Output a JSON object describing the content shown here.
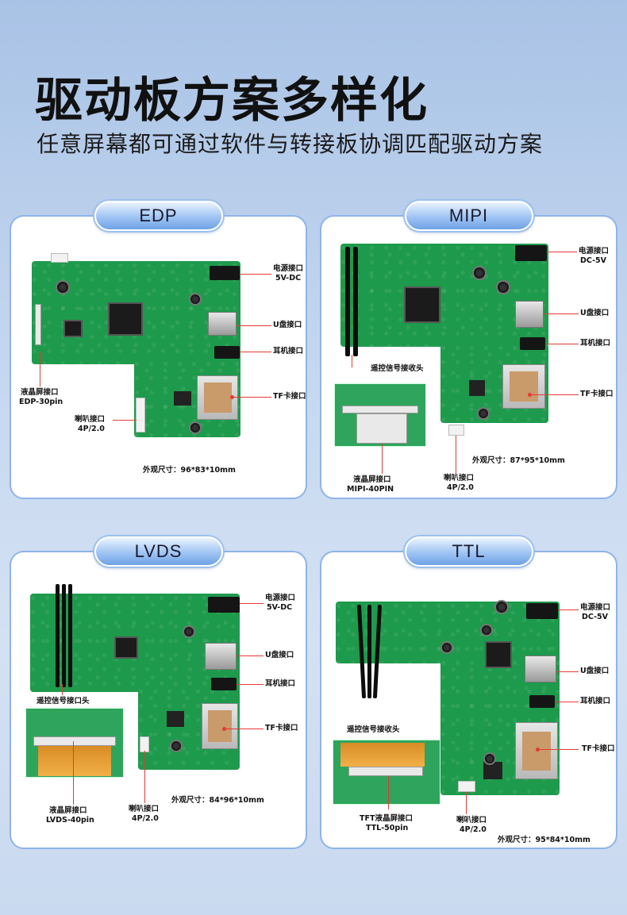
{
  "header": {
    "title": "驱动板方案多样化",
    "subtitle": "任意屏幕都可通过软件与转接板协调匹配驱动方案"
  },
  "edp": {
    "name": "EDP",
    "power": "电源接口",
    "power_spec": "5V-DC",
    "usb": "U盘接口",
    "headphone": "耳机接口",
    "tf": "TF卡接口",
    "lcd": "液晶屏接口",
    "lcd_spec": "EDP-30pin",
    "speaker": "喇叭接口",
    "speaker_spec": "4P/2.0",
    "size": "外观尺寸：96*83*10mm"
  },
  "mipi": {
    "name": "MIPI",
    "power": "电源接口",
    "power_spec": "DC-5V",
    "usb": "U盘接口",
    "headphone": "耳机接口",
    "tf": "TF卡接口",
    "ir": "遥控信号接收头",
    "lcd": "液晶屏接口",
    "lcd_spec": "MIPI-40PIN",
    "speaker": "喇叭接口",
    "speaker_spec": "4P/2.0",
    "size": "外观尺寸：87*95*10mm"
  },
  "lvds": {
    "name": "LVDS",
    "power": "电源接口",
    "power_spec": "5V-DC",
    "usb": "U盘接口",
    "headphone": "耳机接口",
    "tf": "TF卡接口",
    "ir": "遥控信号接口头",
    "lcd": "液晶屏接口",
    "lcd_spec": "LVDS-40pin",
    "speaker": "喇叭接口",
    "speaker_spec": "4P/2.0",
    "size": "外观尺寸：84*96*10mm"
  },
  "ttl": {
    "name": "TTL",
    "power": "电源接口",
    "power_spec": "DC-5V",
    "usb": "U盘接口",
    "headphone": "耳机接口",
    "tf": "TF卡接口",
    "ir": "遥控信号接收头",
    "lcd": "TFT液晶屏接口",
    "lcd_spec": "TTL-50pin",
    "speaker": "喇叭接口",
    "speaker_spec": "4P/2.0",
    "size": "外观尺寸：95*84*10mm"
  }
}
